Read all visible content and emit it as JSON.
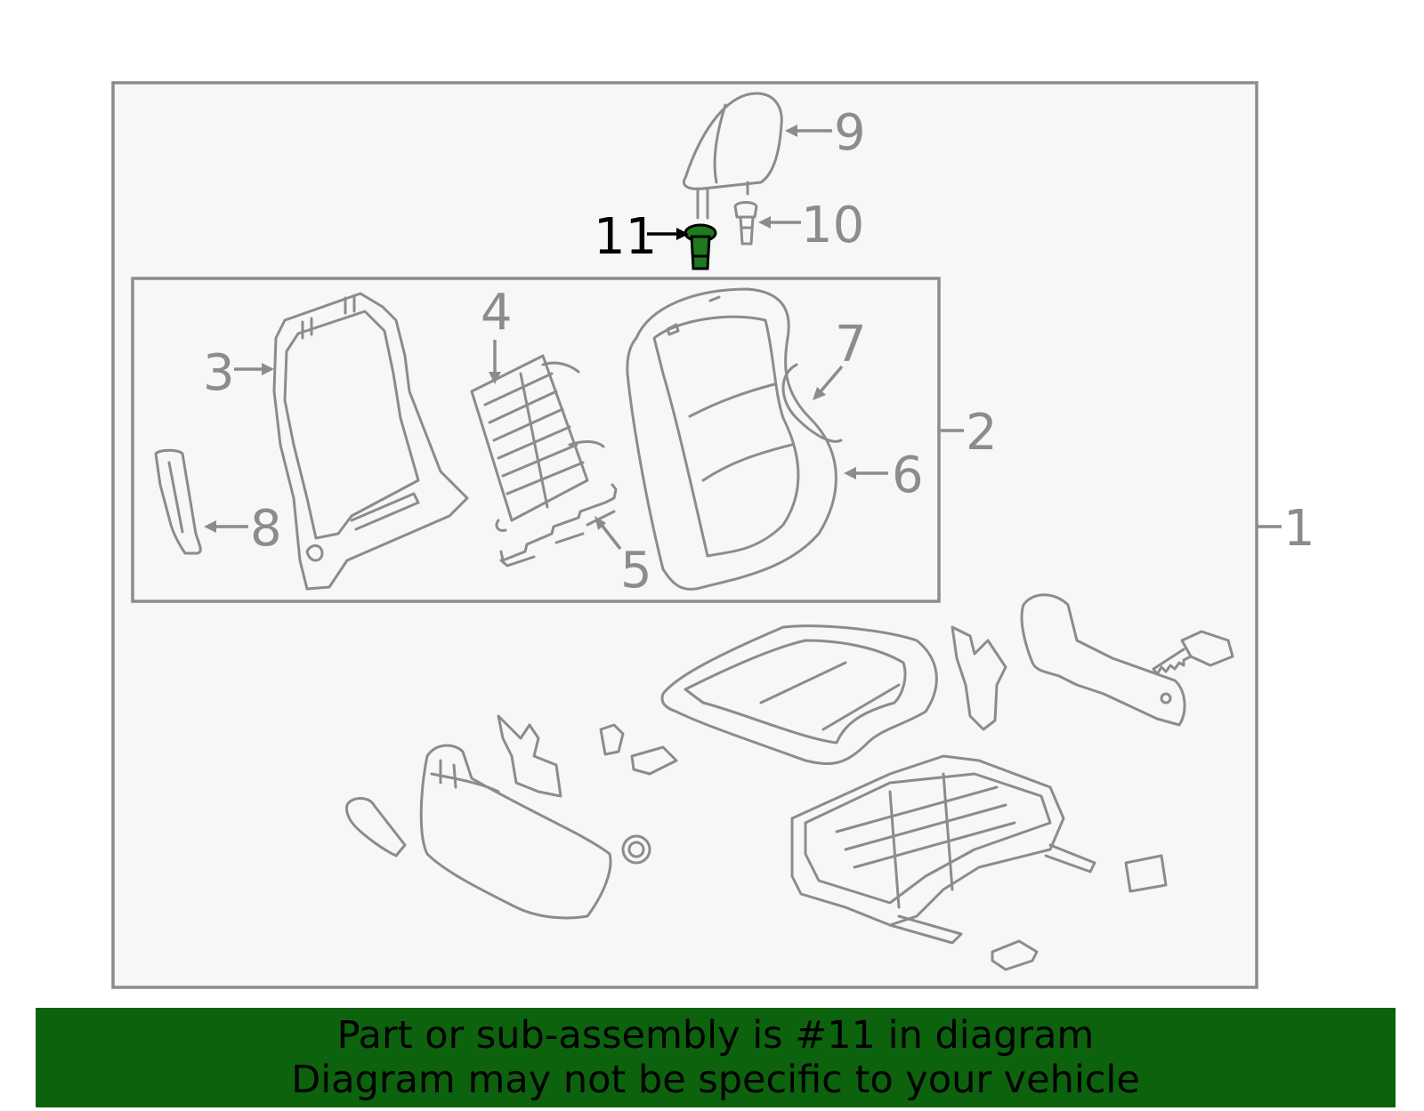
{
  "diagram": {
    "callouts": [
      {
        "id": "1",
        "label": "1"
      },
      {
        "id": "2",
        "label": "2"
      },
      {
        "id": "3",
        "label": "3"
      },
      {
        "id": "4",
        "label": "4"
      },
      {
        "id": "5",
        "label": "5"
      },
      {
        "id": "6",
        "label": "6"
      },
      {
        "id": "7",
        "label": "7"
      },
      {
        "id": "8",
        "label": "8"
      },
      {
        "id": "9",
        "label": "9"
      },
      {
        "id": "10",
        "label": "10"
      },
      {
        "id": "11",
        "label": "11"
      }
    ],
    "highlighted_part": "11",
    "colors": {
      "line": "#8c8c8c",
      "panel": "#f7f7f7",
      "highlight": "#1f7a1f",
      "banner": "#0d620d"
    }
  },
  "banner": {
    "line1": "Part or sub-assembly is #11 in diagram",
    "line2": "Diagram may not be specific to your vehicle"
  }
}
